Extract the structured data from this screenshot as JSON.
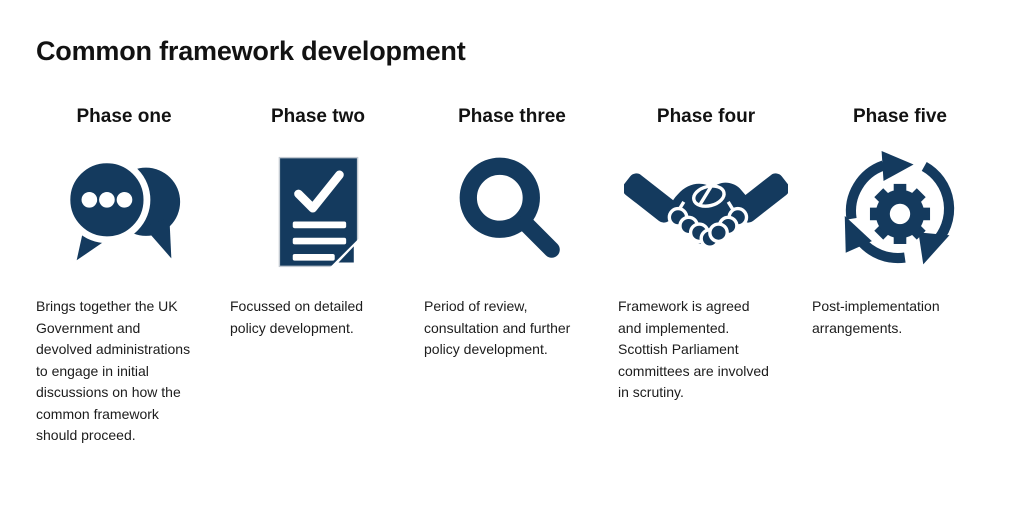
{
  "title": "Common framework development",
  "colors": {
    "icon": "#143a5e",
    "text": "#1c1c1c",
    "background": "#ffffff"
  },
  "phases": [
    {
      "label": "Phase one",
      "icon": "chat-bubbles-icon",
      "description": "Brings together the UK Government and devolved administrations to engage in initial discussions on how the common framework should proceed."
    },
    {
      "label": "Phase two",
      "icon": "document-checklist-icon",
      "description": "Focussed on detailed policy development."
    },
    {
      "label": "Phase three",
      "icon": "magnifying-glass-icon",
      "description": "Period of review, consultation and further policy development."
    },
    {
      "label": "Phase four",
      "icon": "handshake-icon",
      "description": "Framework is agreed and implemented. Scottish Parliament committees are involved in scrutiny."
    },
    {
      "label": "Phase five",
      "icon": "cycle-gear-icon",
      "description": "Post-implementation arrangements."
    }
  ]
}
